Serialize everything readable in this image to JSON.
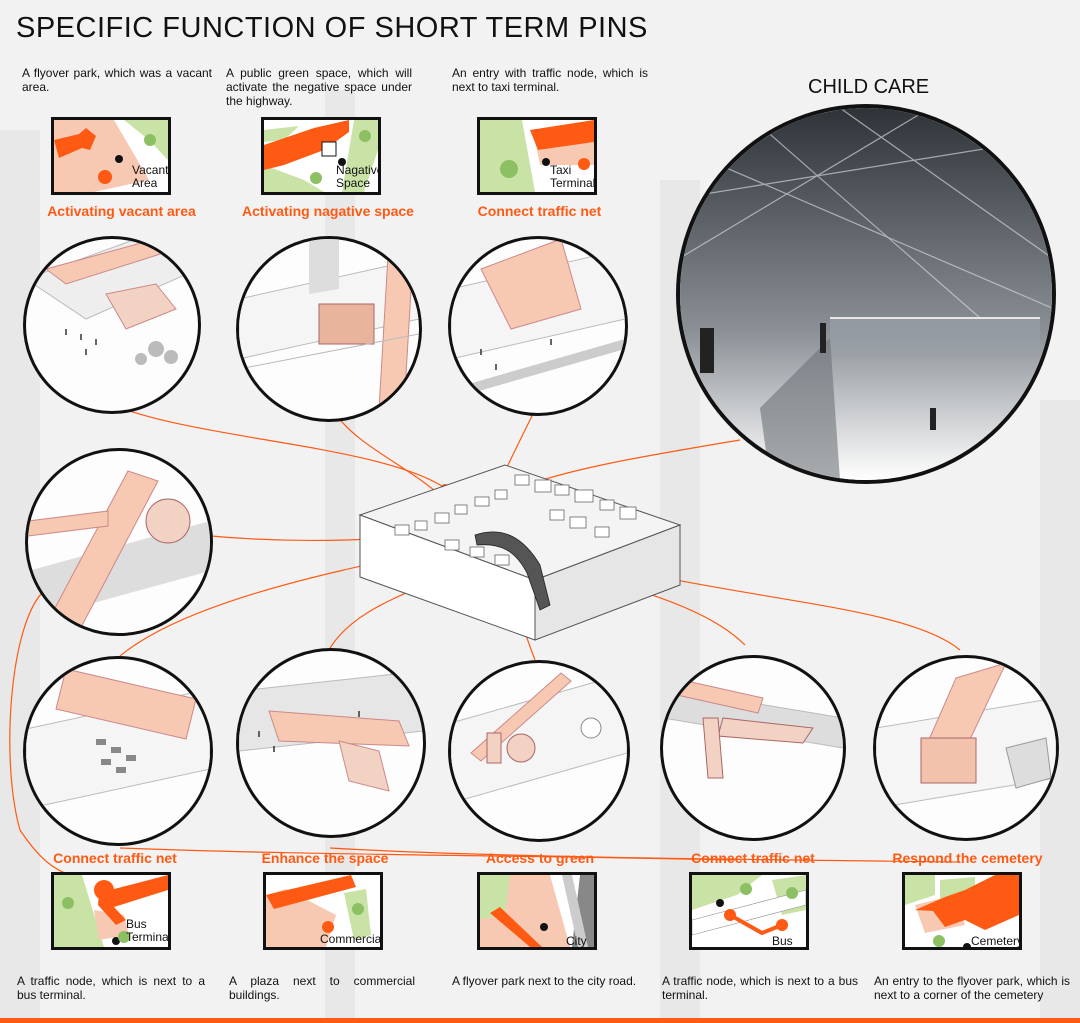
{
  "title": "SPECIFIC FUNCTION OF SHORT TERM PINS",
  "top_pins": [
    {
      "desc": "A flyover park, which was a vacant area.",
      "map_label": "Vacant Area",
      "heading": "Activating vacant area"
    },
    {
      "desc": "A public green space, which will activate the negative space under the highway.",
      "map_label": "Nagative Space",
      "heading": "Activating nagative space"
    },
    {
      "desc": "An entry with traffic node, which is next to taxi terminal.",
      "map_label": "Taxi Terminal",
      "heading": "Connect traffic net"
    }
  ],
  "child_care": {
    "title": "CHILD CARE"
  },
  "bottom_pins": [
    {
      "heading": "Connect traffic net",
      "map_label": "Bus Terminal",
      "desc": "A traffic node, which is next to a bus terminal."
    },
    {
      "heading": "Enhance the space",
      "map_label": "Commercial",
      "desc": "A plaza next to commercial buildings."
    },
    {
      "heading": "Access to green",
      "map_label": "City Road",
      "desc": "A flyover park next to the city road."
    },
    {
      "heading": "Connect traffic net",
      "map_label": "Bus Station",
      "desc": "A traffic node, which is next to a bus terminal."
    },
    {
      "heading": "Respond the cemetery",
      "map_label": "Cemetery",
      "desc": "An entry to the flyover park, which is next to a corner of the cemetery"
    }
  ],
  "colors": {
    "accent": "#ff5a14",
    "pale_orange": "#f7c9b3",
    "green": "#c9e3a6",
    "ink": "#111111"
  },
  "icons": [
    "tree-icon",
    "dog-walker-icon",
    "location-dot-icon"
  ]
}
